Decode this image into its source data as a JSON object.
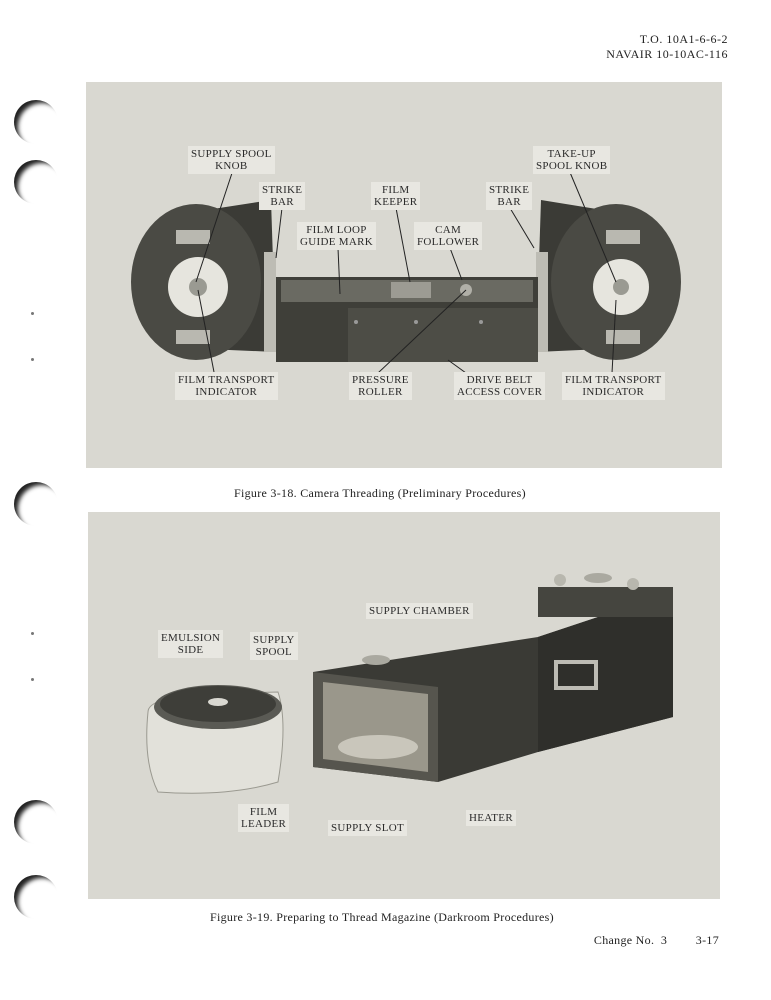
{
  "header": {
    "line1": "T.O. 10A1-6-6-2",
    "line2": "NAVAIR 10-10AC-116"
  },
  "figure1": {
    "caption": "Figure 3-18.  Camera Threading (Preliminary Procedures)",
    "labels": {
      "supply_spool_knob": "SUPPLY SPOOL\nKNOB",
      "strike_bar_left": "STRIKE\nBAR",
      "film_keeper": "FILM\nKEEPER",
      "strike_bar_right": "STRIKE\nBAR",
      "take_up_spool_knob": "TAKE-UP\nSPOOL KNOB",
      "film_loop_guide_mark": "FILM LOOP\nGUIDE MARK",
      "cam_follower": "CAM\nFOLLOWER",
      "film_transport_indicator_left": "FILM TRANSPORT\nINDICATOR",
      "pressure_roller": "PRESSURE\nROLLER",
      "drive_belt_access_cover": "DRIVE BELT\nACCESS COVER",
      "film_transport_indicator_right": "FILM TRANSPORT\nINDICATOR"
    }
  },
  "figure2": {
    "caption": "Figure 3-19.  Preparing to Thread Magazine (Darkroom Procedures)",
    "labels": {
      "supply_chamber": "SUPPLY CHAMBER",
      "emulsion_side": "EMULSION\nSIDE",
      "supply_spool": "SUPPLY\nSPOOL",
      "film_leader": "FILM\nLEADER",
      "supply_slot": "SUPPLY SLOT",
      "heater": "HEATER"
    }
  },
  "footer": {
    "change_label": "Change No.",
    "change_number": "3",
    "page_number": "3-17"
  }
}
